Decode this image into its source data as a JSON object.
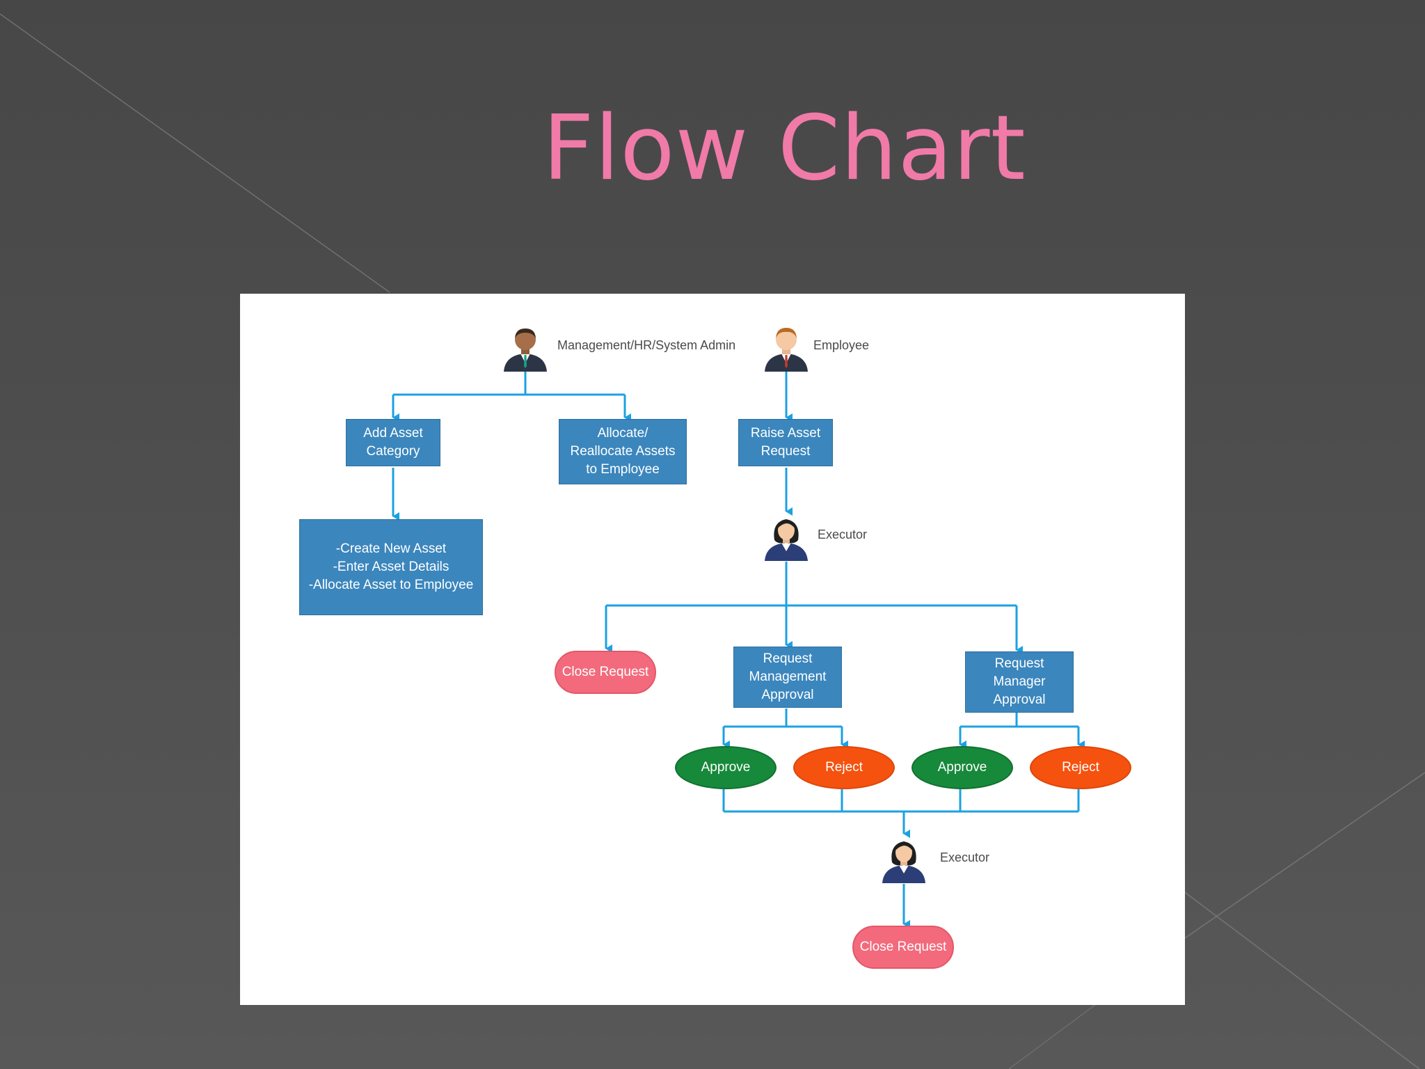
{
  "slide": {
    "title": "Flow Chart"
  },
  "actors": {
    "management": "Management/HR/System Admin",
    "employee": "Employee",
    "executor_top": "Executor",
    "executor_bottom": "Executor"
  },
  "nodes": {
    "add_asset_category": "Add Asset\nCategory",
    "allocate_reallocate": "Allocate/\nReallocate Assets\nto Employee",
    "raise_asset_request": "Raise Asset\nRequest",
    "create_new_asset": "-Create New Asset\n-Enter Asset Details\n-Allocate Asset to Employee",
    "close_request_top": "Close Request",
    "request_management_approval": "Request\nManagement\nApproval",
    "request_manager_approval": "Request\nManager\nApproval",
    "approve_1": "Approve",
    "reject_1": "Reject",
    "approve_2": "Approve",
    "reject_2": "Reject",
    "close_request_bottom": "Close Request"
  },
  "colors": {
    "title": "#f07aa8",
    "connector": "#1ba1e2",
    "process_box": "#3b86bd",
    "terminal": "#f26a7c",
    "approve": "#17893a",
    "reject": "#f5520f"
  }
}
